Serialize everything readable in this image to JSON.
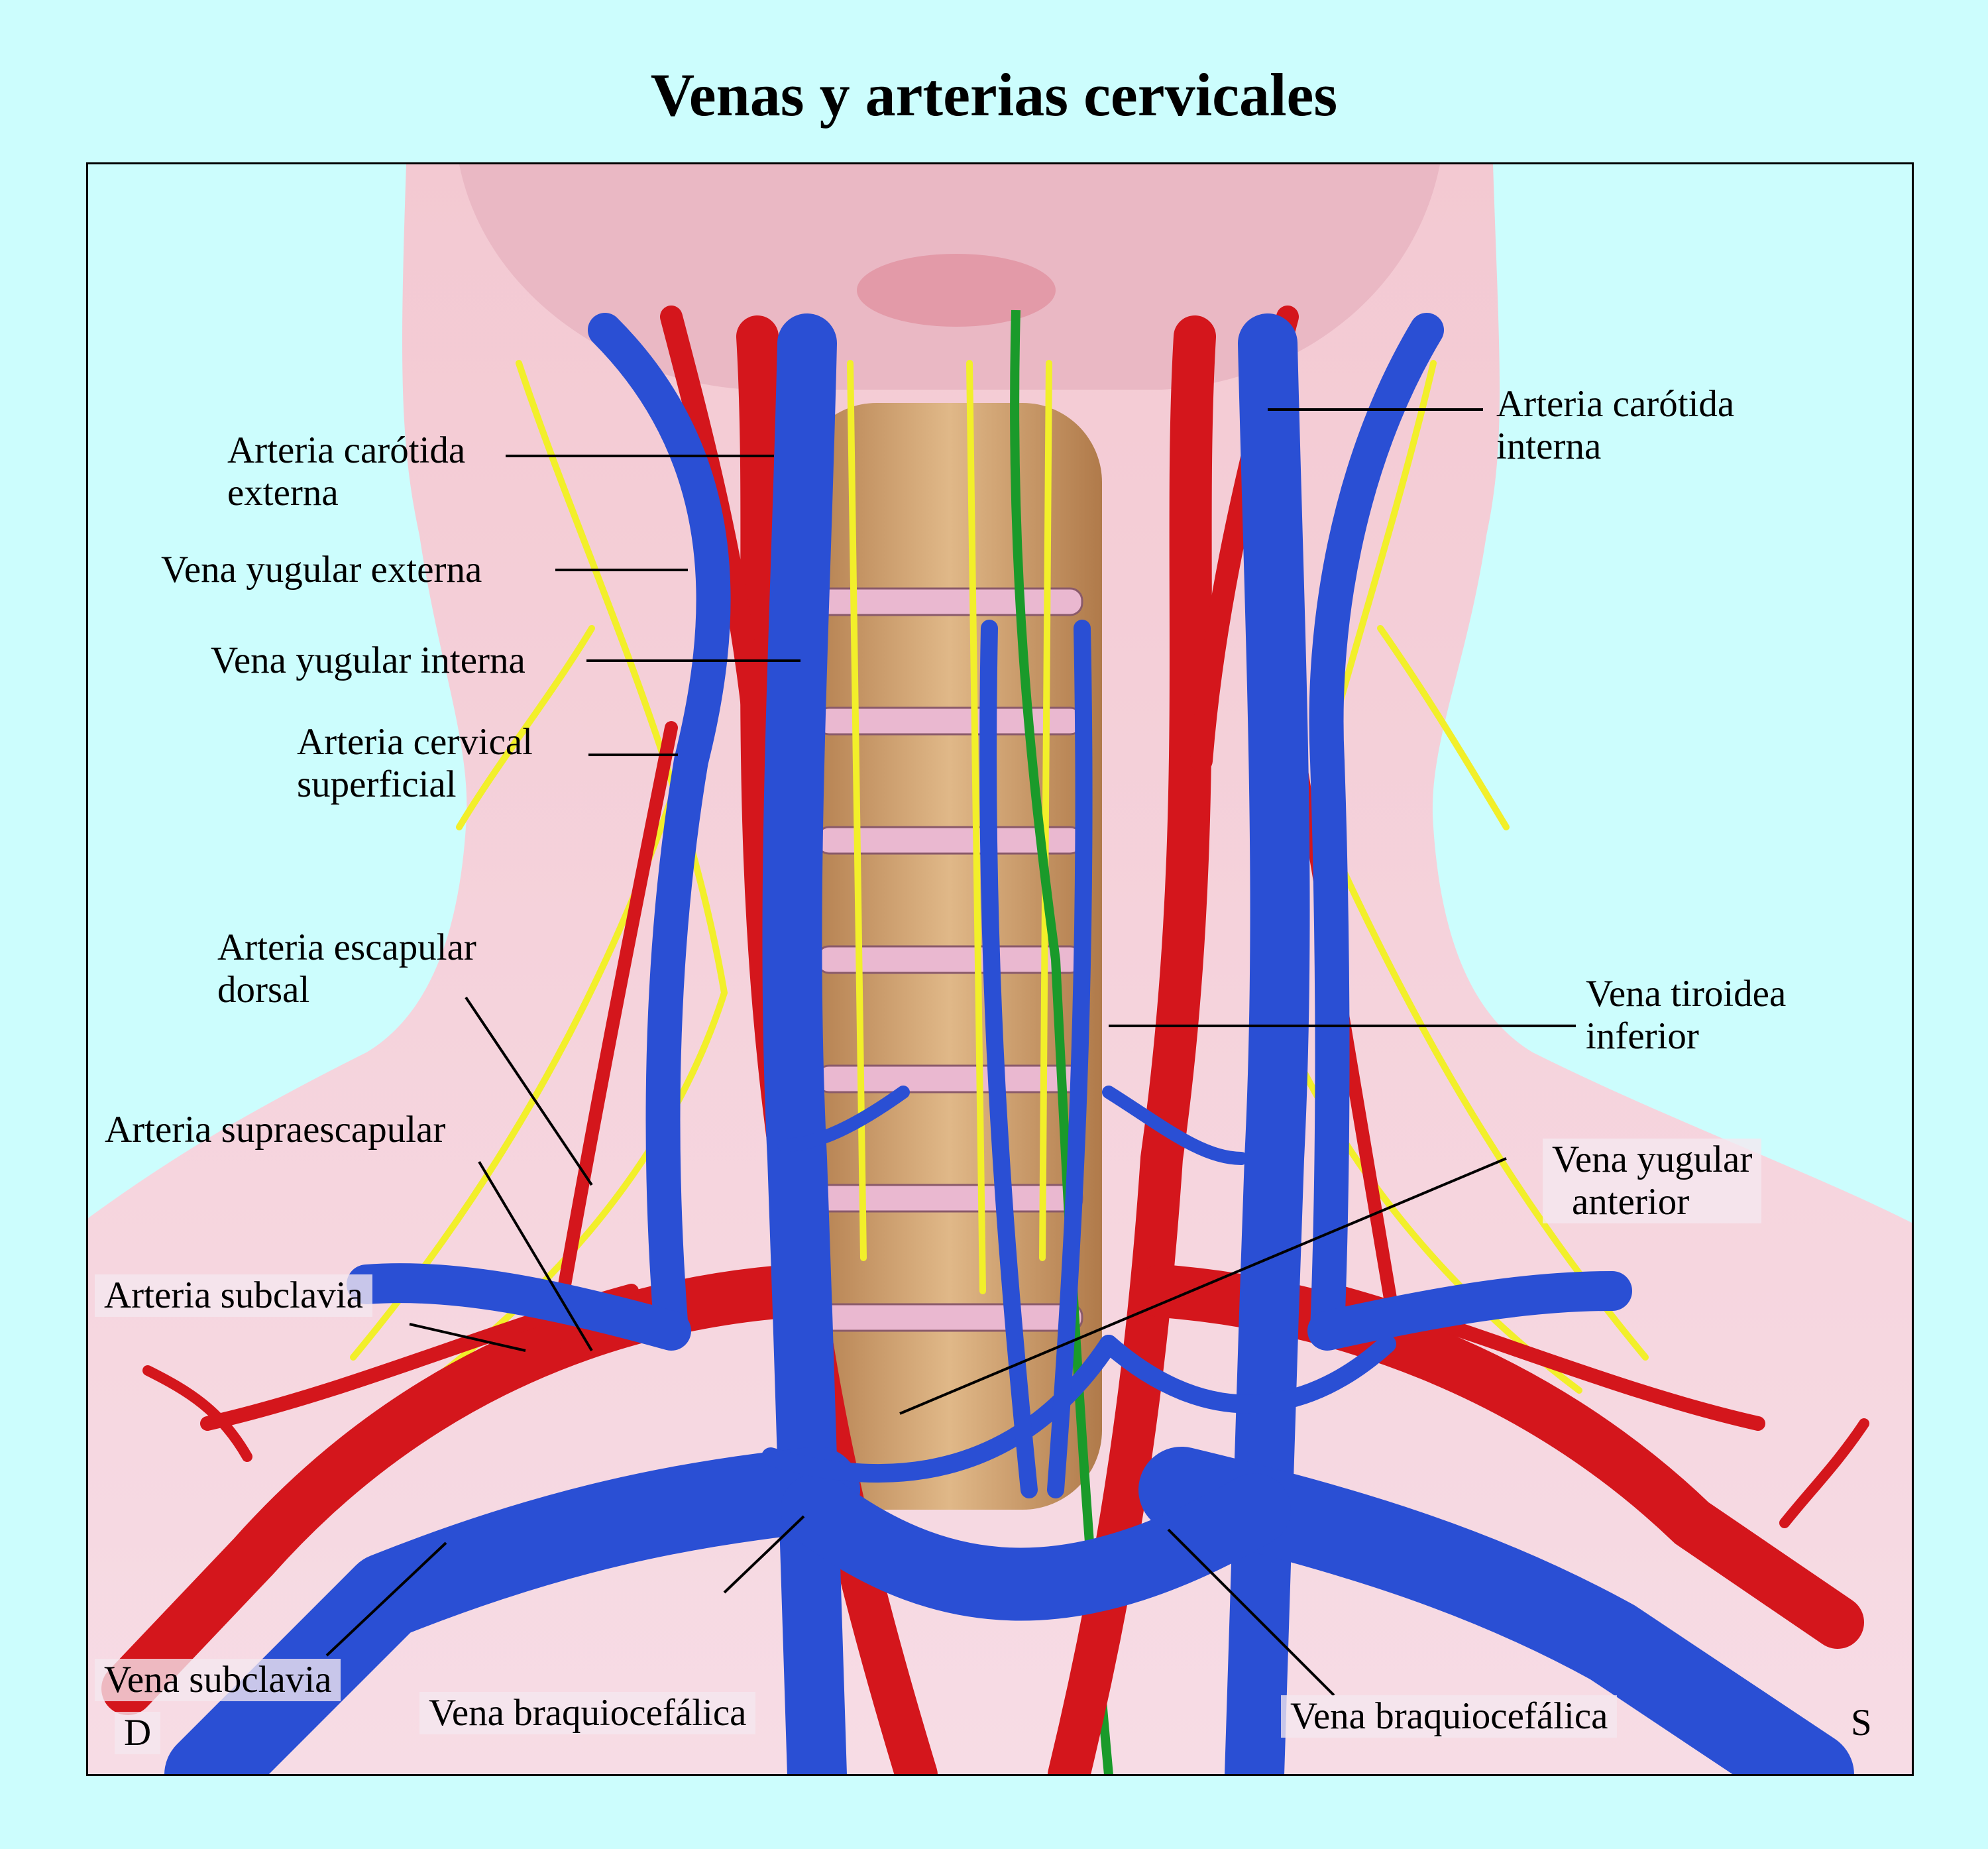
{
  "title": "Venas y arterias cervicales",
  "labels": {
    "carotida_interna": [
      "Arteria carótida",
      "interna"
    ],
    "carotida_externa": [
      "Arteria carótida",
      "externa"
    ],
    "yugular_externa": "Vena yugular externa",
    "yugular_interna": "Vena yugular interna",
    "cervical_superficial": [
      "Arteria cervical",
      "superficial"
    ],
    "escapular_dorsal": [
      "Arteria escapular",
      "dorsal"
    ],
    "supraescapular": "Arteria supraescapular",
    "subclavia_arteria": "Arteria subclavia",
    "tiroidea_inferior": [
      "Vena tiroidea",
      "inferior"
    ],
    "yugular_anterior": [
      "Vena yugular",
      "anterior"
    ],
    "subclavia_vena": "Vena subclavia",
    "braquiocefalica_derecha": "Vena braquiocefálica",
    "braquiocefalica_izquierda": "Vena braquiocefálica",
    "side_right": "D",
    "side_left": "S"
  },
  "colors": {
    "background": "#ccfdfd",
    "skin": "#f1c6d0",
    "vein": "#2a4fd4",
    "artery": "#d4161c",
    "nerve": "#f2ef2a",
    "trachea_nerve": "#1a9a2a",
    "vertebra": "#c99a66",
    "disc": "#e8b8d0"
  }
}
